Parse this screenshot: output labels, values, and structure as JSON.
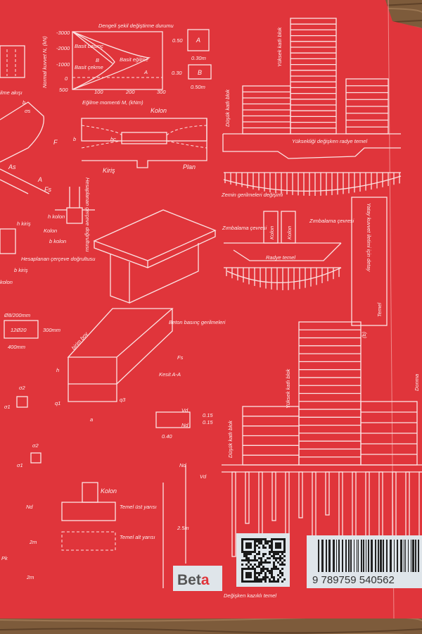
{
  "cover": {
    "color": "#e0353b",
    "line_color": "#fbe3e3",
    "background": "wood-table"
  },
  "diagrams": {
    "interaction_chart": {
      "y_ticks": [
        "-3000",
        "-2000",
        "-1000",
        "0",
        "500"
      ],
      "x_ticks": [
        "100",
        "200",
        "300"
      ],
      "ylabel": "Normal kuvvet N, (kN)",
      "xlabel": "Eğilme momenti M, (kNm)",
      "labels": [
        "Basit basınç",
        "B",
        "Basit eğilme",
        "Basit çekme",
        "A",
        "Dengeli şekil değiştirme durumu"
      ]
    },
    "sections": {
      "a_label": "A",
      "a_h": "0.50",
      "a_w": "0.30m",
      "b_label": "B",
      "b_h": "0.30",
      "b_w": "0.50m"
    },
    "flow": {
      "label": "ilme akışı"
    },
    "plan": {
      "kolon": "Kolon",
      "b": "b",
      "bc": "bc",
      "kiris": "Kiriş",
      "plan": "Plan"
    },
    "beam": {
      "sigma": "σs",
      "b": "b",
      "F": "F",
      "As": "As",
      "A": "A",
      "Fs": "Fs"
    },
    "joint": {
      "hkolon": "h kolon",
      "kolon": "Kolon",
      "bkolon": "b kolon",
      "hesaplanan": "Hesaplanan çerçeve doğrultusu",
      "hkiris": "h kiriş",
      "bkiris": "b kiriş",
      "kolon2": "kolon",
      "hesaplanan_top": "Hesaplanan çerçeve doğrultusu"
    },
    "column_section": {
      "stirrup": "Ø8/200mm",
      "bars": "12Ø20",
      "height": "300mm",
      "width": "400mm"
    },
    "footing": {
      "birim_boy": "birim boy",
      "beton": "Beton basınç gerilmeleri",
      "fs": "Fs",
      "kesit": "Kesit A-A",
      "h": "h",
      "q1": "q1",
      "q3": "q3",
      "a": "a"
    },
    "stress": {
      "s1": "σ1",
      "s2": "σ2"
    },
    "vd": {
      "vd": "Vd",
      "nd": "Nd",
      "d1": "0.15",
      "d2": "0.15",
      "w": "0.40"
    },
    "foundation": {
      "kolon": "Kolon",
      "ust": "Temel üst yarısı",
      "alt": "Temel alt yarısı",
      "nd": "Nd",
      "m1": "2m",
      "m2": "2m",
      "pk": "Pk",
      "nd2": "Nd",
      "vd2": "Vd",
      "m3": "2.5m"
    },
    "raft": {
      "yuksek": "Yüksek katlı blok",
      "dusuk": "Düşük katlı blok",
      "radye": "Yüksekliği değişken radye temel",
      "zemin": "Zemin gerilmeleri değişimi",
      "zimbalama1": "Zımbalama çevresi",
      "zimbalama2": "Zımbalama çevresi",
      "kolon1": "Kolon",
      "kolon2": "Kolon",
      "radye_temel": "Radye temel",
      "yatay": "Yatay kuvvet iletimi için detay",
      "temel": "Temel",
      "b": "(b)"
    },
    "piles": {
      "yuksek": "Yüksek katlı blok",
      "dusuk": "Düşük katlı blok",
      "kazikli": "Değişken kazıklı temel",
      "donma": "Donma"
    }
  },
  "publisher": {
    "logo": "Beta",
    "logo_dark": "#555555",
    "logo_accent": "#e0353b"
  },
  "qr": {
    "name": "qr-code"
  },
  "barcode": {
    "isbn": "9 789759 540562"
  }
}
